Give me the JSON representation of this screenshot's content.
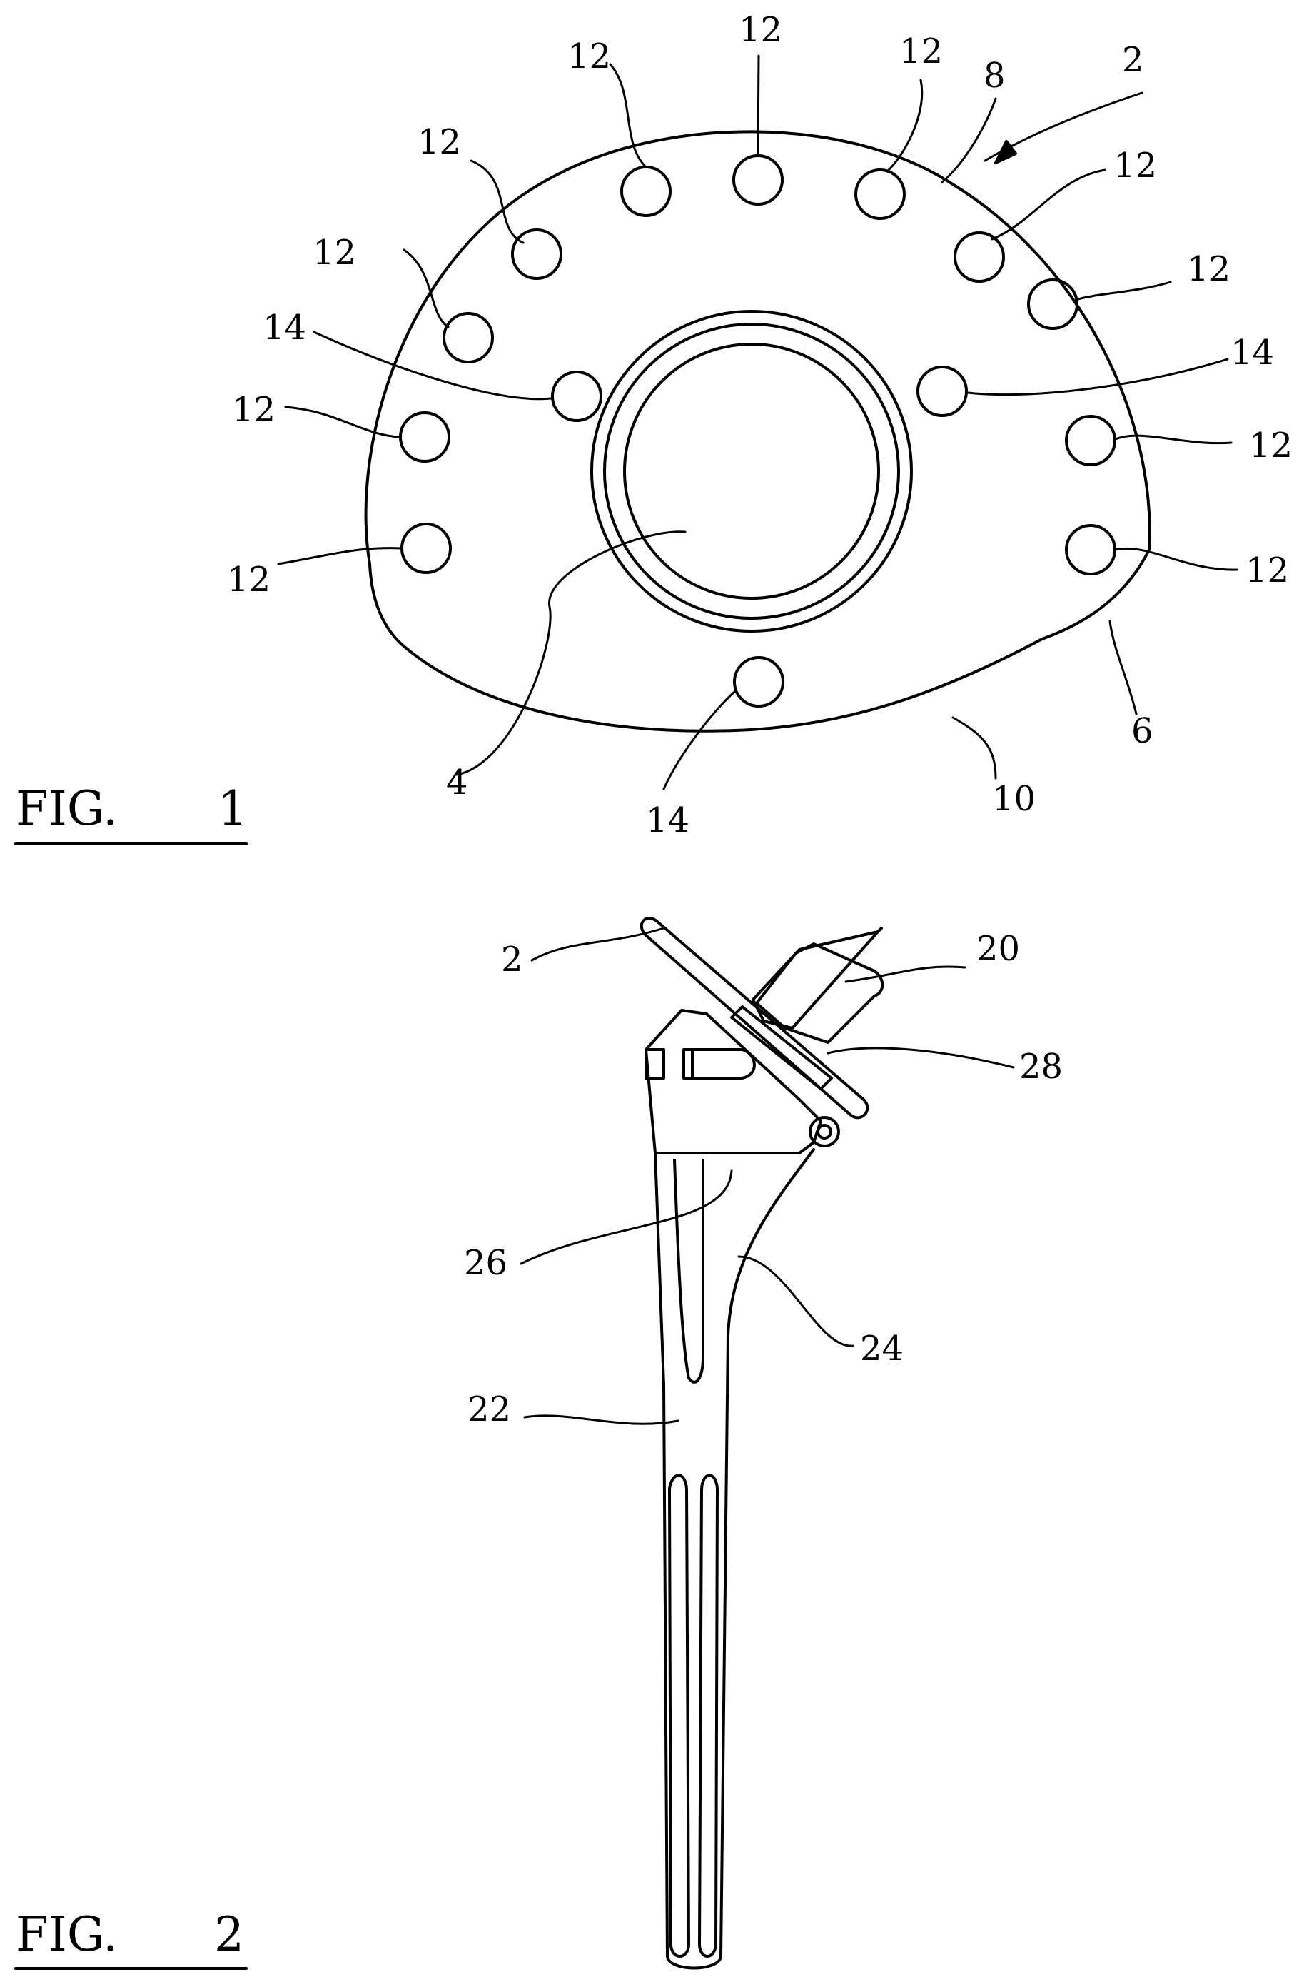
{
  "figures": [
    {
      "caption_prefix": "FIG.",
      "caption_number": "1",
      "labels": {
        "baseplate": "2",
        "central_bore": "4",
        "edge": "6",
        "upper_rim": "8",
        "lower_rim": "10",
        "peripheral_hole": "12",
        "inner_hole": "14"
      }
    },
    {
      "caption_prefix": "FIG.",
      "caption_number": "2",
      "labels": {
        "baseplate": "2",
        "head": "20",
        "stem": "22",
        "metaphysis": "24",
        "slot": "26",
        "collar": "28"
      }
    }
  ]
}
